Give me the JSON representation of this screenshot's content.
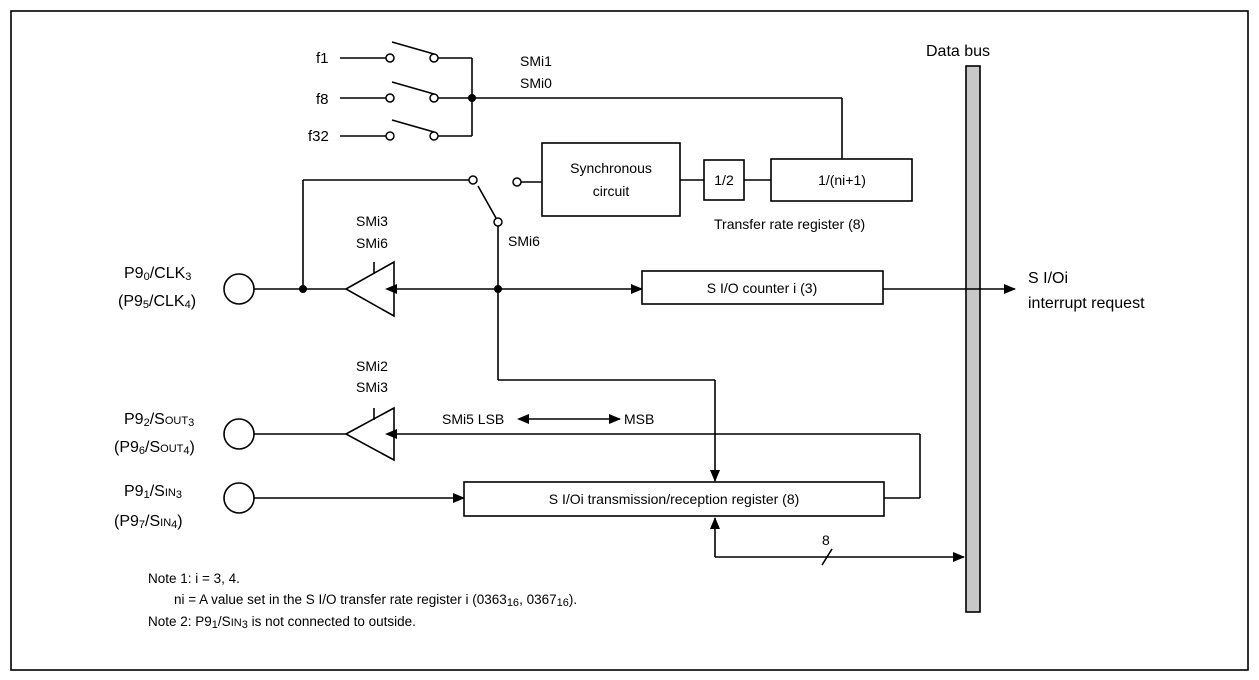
{
  "data_bus": {
    "label": "Data bus"
  },
  "clock_inputs": [
    "f1",
    "f8",
    "f32"
  ],
  "clock_select_bits": {
    "bit1": "SMi1",
    "bit0": "SMi0"
  },
  "blocks": {
    "sync_line1": "Synchronous",
    "sync_line2": "circuit",
    "half": "1/2",
    "divider": "1/(ni+1)",
    "counter": "S I/O counter i (3)",
    "shift_register": "S I/Oi transmission/reception register (8)"
  },
  "captions": {
    "transfer_rate": "Transfer rate register (8)",
    "interrupt_line1": "S I/Oi",
    "interrupt_line2": "interrupt request",
    "lsb_msb": "SMi5 LSB",
    "msb": "MSB",
    "bus_width": "8"
  },
  "control_bits": {
    "clk_buffer_top": "SMi3",
    "clk_buffer_bottom": "SMi6",
    "clk_switch": "SMi6",
    "out_buffer_top": "SMi2",
    "out_buffer_bottom": "SMi3"
  },
  "pins": {
    "clk_main": "P9",
    "clk_main_sub": "0",
    "clk_main_fn": "/CLK",
    "clk_main_fn_sub": "3",
    "clk_alt": "(P9",
    "clk_alt_sub": "5",
    "clk_alt_fn": "/CLK",
    "clk_alt_fn_sub": "4",
    "clk_alt_close": ")",
    "out_main": "P9",
    "out_main_sub": "2",
    "out_main_fn": "/S",
    "out_main_fn_small": "OUT",
    "out_main_fn_sub": "3",
    "out_alt": "(P9",
    "out_alt_sub": "6",
    "out_alt_fn": "/S",
    "out_alt_fn_small": "OUT",
    "out_alt_fn_sub": "4",
    "out_alt_close": ")",
    "in_main": "P9",
    "in_main_sub": "1",
    "in_main_fn": "/S",
    "in_main_fn_small": "IN",
    "in_main_fn_sub": "3",
    "in_alt": "(P9",
    "in_alt_sub": "7",
    "in_alt_fn": "/S",
    "in_alt_fn_small": "IN",
    "in_alt_fn_sub": "4",
    "in_alt_close": ")"
  },
  "notes": {
    "note1": "Note 1: i = 3, 4.",
    "note1b_a": "ni = A value set in the S I/O transfer rate register i (0363",
    "note1b_s1": "16",
    "note1b_b": ", 0367",
    "note1b_s2": "16",
    "note1b_c": ").",
    "note2_a": "Note 2: P9",
    "note2_s1": "1",
    "note2_b": "/S",
    "note2_small": "IN",
    "note2_s2": "3",
    "note2_c": " is not connected to outside."
  }
}
